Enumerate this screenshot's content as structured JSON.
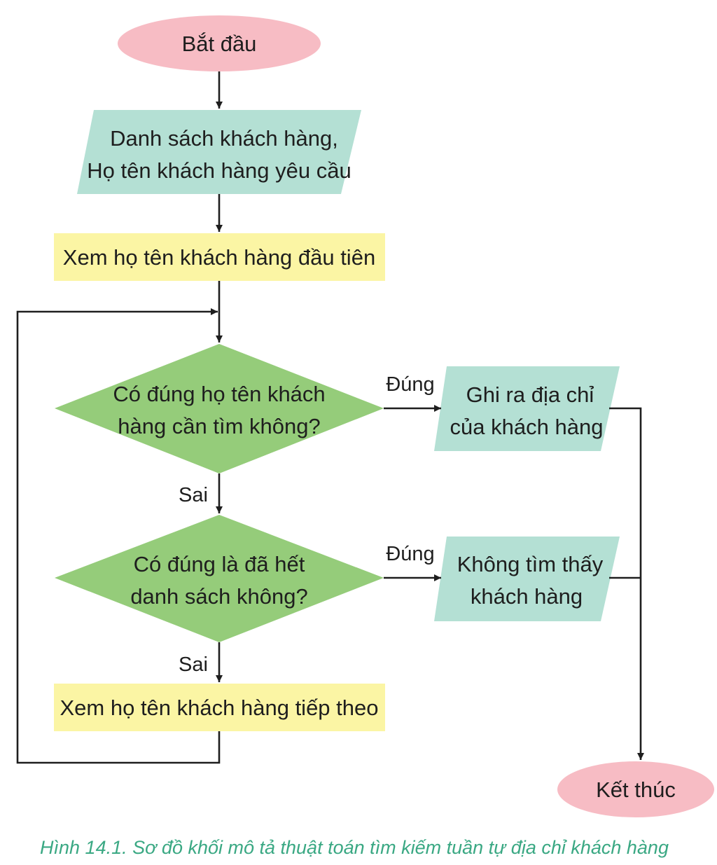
{
  "flowchart": {
    "start": "Bắt đầu",
    "input_line1": "Danh sách khách hàng,",
    "input_line2": "Họ tên khách hàng yêu cầu",
    "step_first": "Xem họ tên khách hàng đầu tiên",
    "decision1_line1": "Có đúng họ tên khách",
    "decision1_line2": "hàng cần tìm không?",
    "decision2_line1": "Có đúng là đã hết",
    "decision2_line2": "danh sách không?",
    "step_next": "Xem họ tên khách hàng tiếp theo",
    "output_found_line1": "Ghi ra địa chỉ",
    "output_found_line2": "của khách hàng",
    "output_notfound_line1": "Không tìm thấy",
    "output_notfound_line2": "khách hàng",
    "end": "Kết thúc",
    "label_true_1": "Đúng",
    "label_true_2": "Đúng",
    "label_false_1": "Sai",
    "label_false_2": "Sai"
  },
  "caption": "Hình 14.1. Sơ đồ khối mô tả thuật toán tìm kiếm tuần tự địa chỉ khách hàng",
  "colors": {
    "terminal": "#f7bcc4",
    "io": "#b4e0d4",
    "process": "#fbf5a4",
    "decision": "#95cc7a",
    "line": "#1e1e1e",
    "caption": "#3aa883"
  }
}
